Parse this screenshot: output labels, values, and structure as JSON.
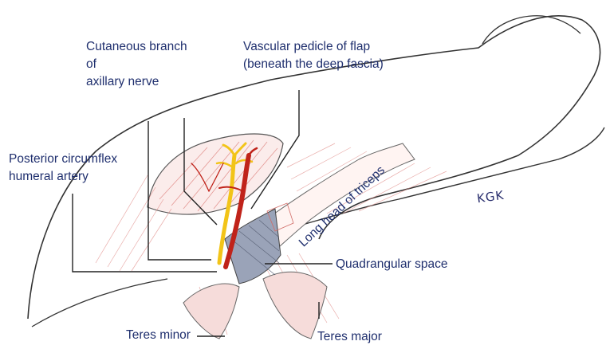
{
  "labels": {
    "cutaneous_branch": [
      "Cutaneous branch",
      "of",
      "axillary nerve"
    ],
    "vascular_pedicle": [
      "Vascular pedicle of flap",
      "(beneath the deep fascia)"
    ],
    "posterior_circumflex": [
      "Posterior circumflex",
      "humeral artery"
    ],
    "long_head_triceps": "Long head of triceps",
    "quadrangular_space": "Quadrangular space",
    "teres_minor": "Teres minor",
    "teres_major": "Teres major"
  },
  "signature": "KGK",
  "colors": {
    "label_text": "#1f2f6e",
    "leader_line": "#222222",
    "artery": "#c0231a",
    "nerve": "#f2c418",
    "muscle_hatch": "#e08a86",
    "space_fill": "#9aa3b8"
  }
}
